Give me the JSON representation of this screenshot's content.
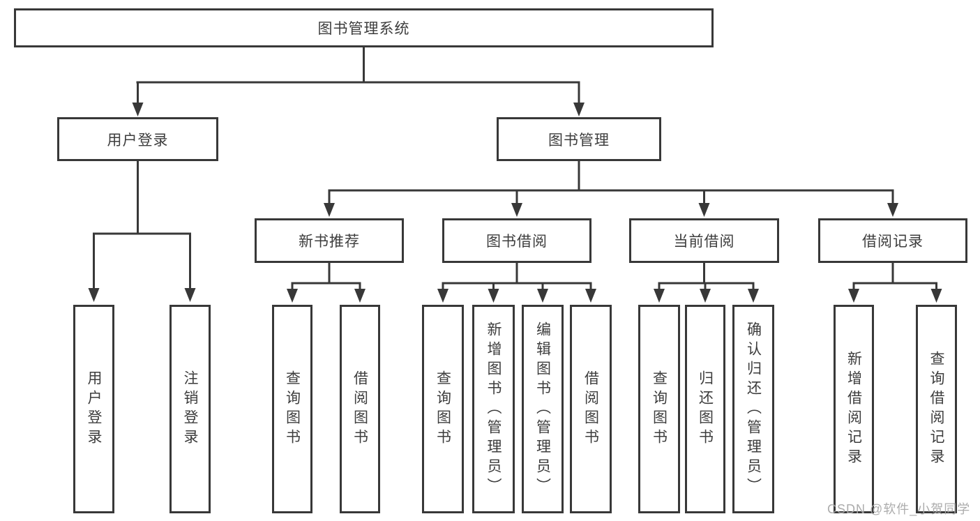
{
  "diagram_type": "functional-structure-tree",
  "tree": {
    "root": {
      "label": "图书管理系统"
    },
    "children": [
      {
        "label": "用户登录",
        "children": [
          {
            "label": "用户登录"
          },
          {
            "label": "注销登录"
          }
        ]
      },
      {
        "label": "图书管理",
        "children": [
          {
            "label": "新书推荐",
            "children": [
              {
                "label": "查询图书"
              },
              {
                "label": "借阅图书"
              }
            ]
          },
          {
            "label": "图书借阅",
            "children": [
              {
                "label": "查询图书"
              },
              {
                "label": "新增图书（管理员）"
              },
              {
                "label": "编辑图书（管理员）"
              },
              {
                "label": "借阅图书"
              }
            ]
          },
          {
            "label": "当前借阅",
            "children": [
              {
                "label": "查询图书"
              },
              {
                "label": "归还图书"
              },
              {
                "label": "确认归还（管理员）"
              }
            ]
          },
          {
            "label": "借阅记录",
            "children": [
              {
                "label": "新增借阅记录"
              },
              {
                "label": "查询借阅记录"
              }
            ]
          }
        ]
      }
    ]
  },
  "watermark": {
    "text": "CSDN @软件_小贺同学"
  },
  "colors": {
    "line": "#383838",
    "box_border": "#383838",
    "text": "#3d3d3d",
    "watermark": "#a8a8a8",
    "background": "#ffffff"
  }
}
